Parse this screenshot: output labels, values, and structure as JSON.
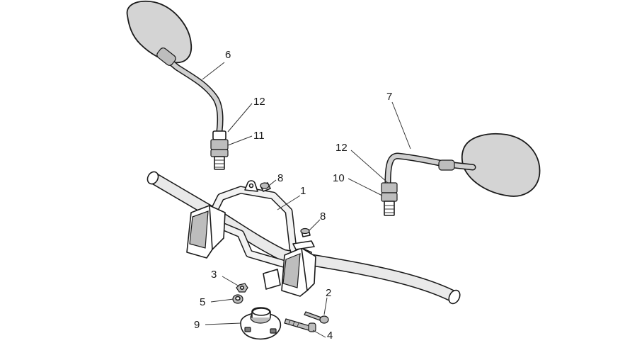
{
  "callouts": {
    "c1": "1",
    "c2": "2",
    "c3": "3",
    "c4": "4",
    "c5": "5",
    "c6": "6",
    "c7": "7",
    "c8a": "8",
    "c8b": "8",
    "c9": "9",
    "c10": "10",
    "c11": "11",
    "c12a": "12",
    "c12b": "12"
  },
  "colors": {
    "line": "#1a1a1a",
    "mirror_glass": "#d4d4d4",
    "background": "#ffffff"
  }
}
